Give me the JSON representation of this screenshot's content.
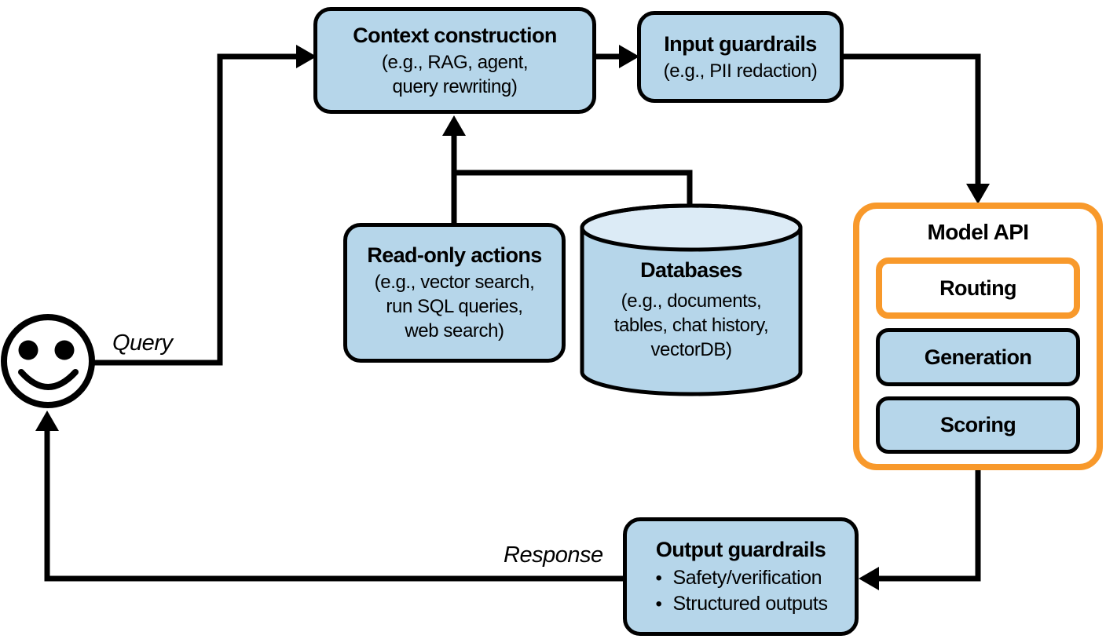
{
  "labels": {
    "query": "Query",
    "response": "Response"
  },
  "nodes": {
    "context_construction": {
      "title": "Context construction",
      "subtitle": "(e.g., RAG, agent,\nquery rewriting)"
    },
    "input_guardrails": {
      "title": "Input guardrails",
      "subtitle": "(e.g., PII redaction)"
    },
    "model_api": {
      "title": "Model API",
      "routing": "Routing",
      "generation": "Generation",
      "scoring": "Scoring"
    },
    "read_only_actions": {
      "title": "Read-only actions",
      "subtitle": "(e.g., vector search,\nrun SQL queries,\nweb search)"
    },
    "databases": {
      "title": "Databases",
      "subtitle": "(e.g., documents,\ntables, chat history,\nvectorDB)"
    },
    "output_guardrails": {
      "title": "Output guardrails",
      "bullets": [
        "Safety/verification",
        "Structured outputs"
      ]
    }
  },
  "icons": {
    "user": "smiley-face-icon",
    "databases": "database-cylinder-icon"
  },
  "colors": {
    "node_fill": "#b6d6ea",
    "cylinder_top_fill": "#dcebf6",
    "accent_orange": "#f8992b",
    "line_black": "#000000",
    "background": "#ffffff"
  }
}
